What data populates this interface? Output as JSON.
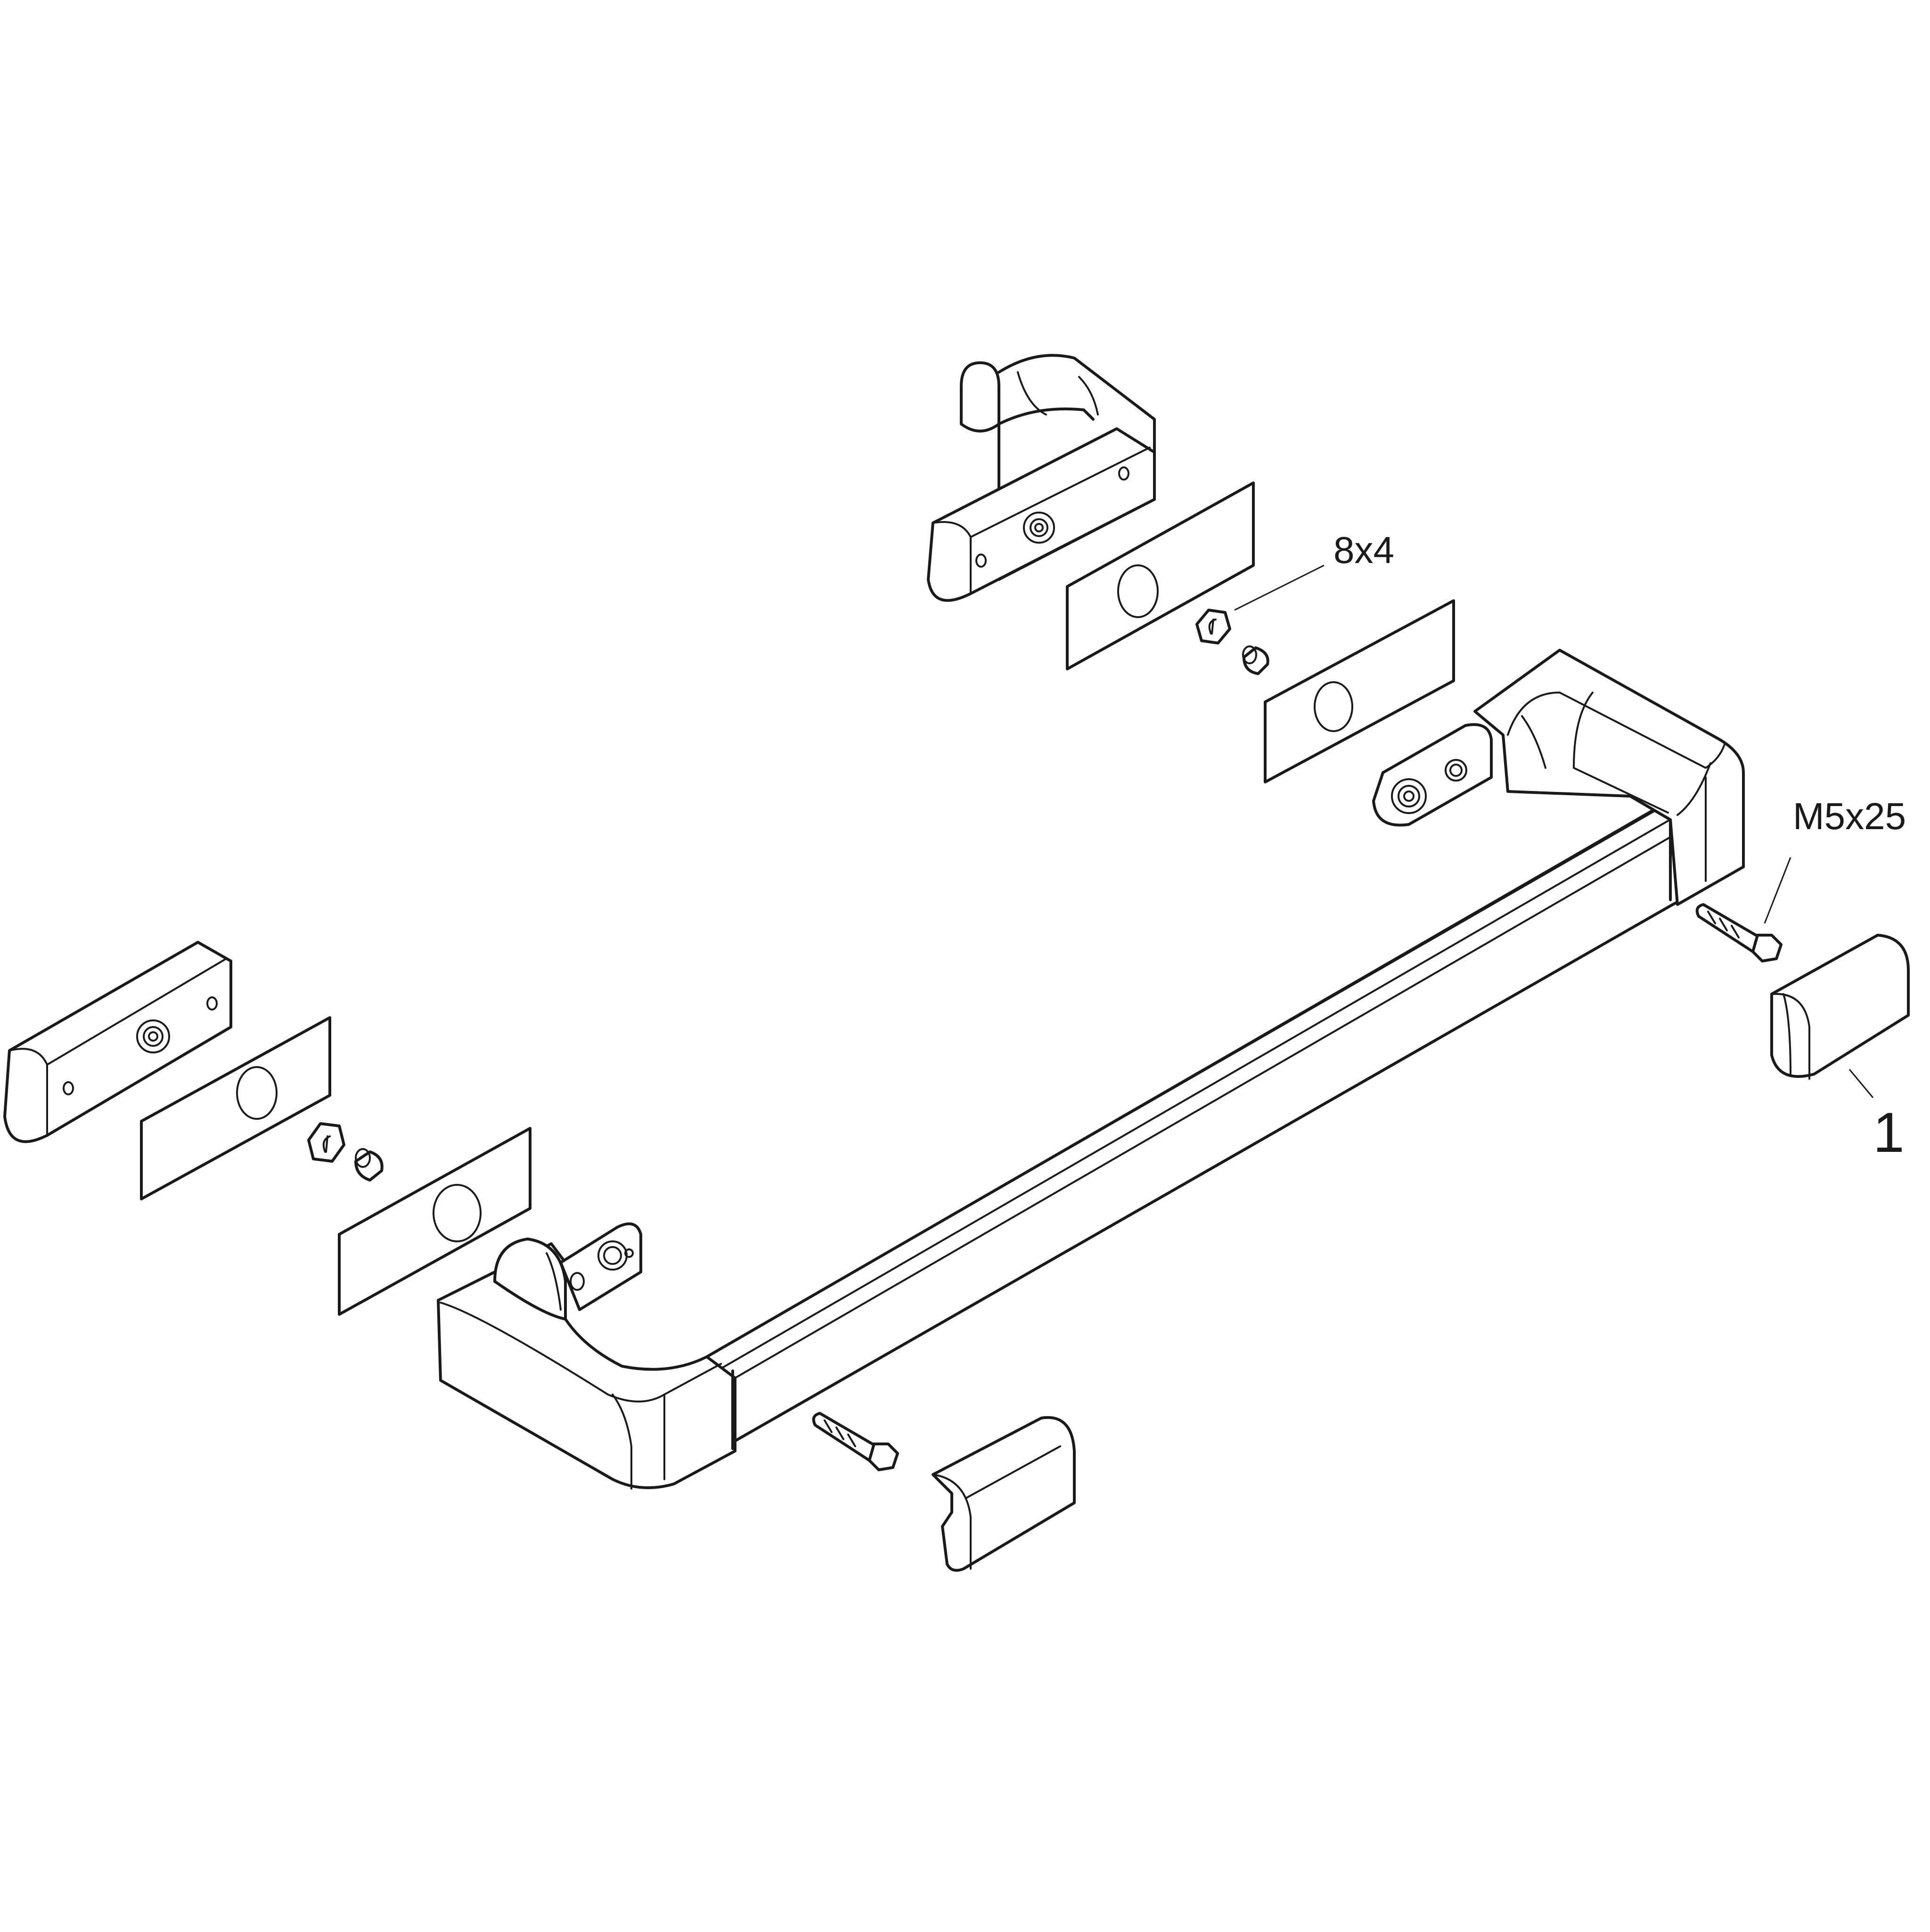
{
  "callouts": {
    "pin": "8x4",
    "screw": "M5x25",
    "cover": "1"
  },
  "colors": {
    "line": "#1a1a1a",
    "background": "#ffffff"
  }
}
